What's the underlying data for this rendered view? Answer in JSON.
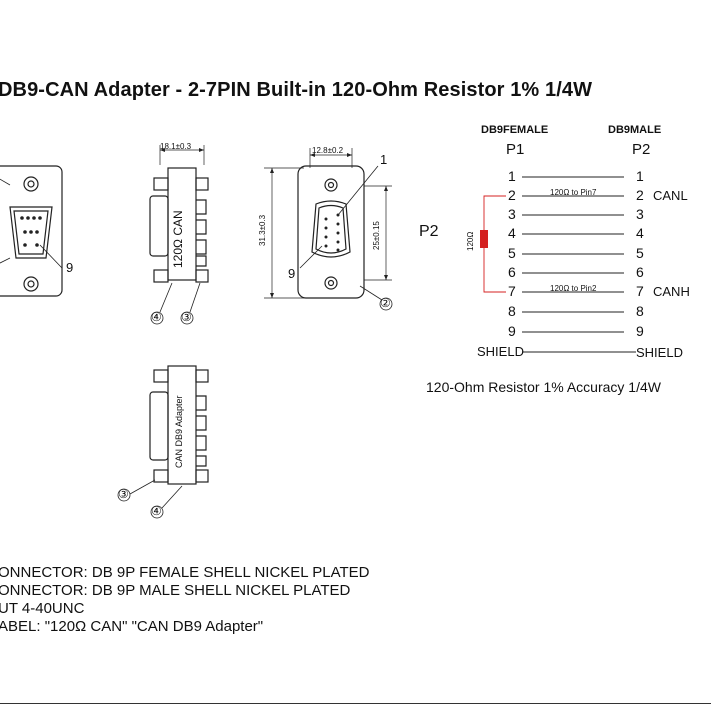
{
  "title": "DB9-CAN Adapter - 2-7PIN Built-in 120-Ohm Resistor 1% 1/4W",
  "dimensions": {
    "width_top": "18.1±0.3",
    "width_front": "12.8±0.2",
    "height_total": "31.3±0.3",
    "height_inner": "25±0.15"
  },
  "callouts": {
    "pin1": "1",
    "pin9": "9",
    "c2": "②",
    "c3": "③",
    "c4": "④"
  },
  "body_labels": {
    "side_top": "120Ω CAN",
    "side_bottom": "CAN DB9 Adapter"
  },
  "pinout": {
    "left_header": "DB9FEMALE",
    "right_header": "DB9MALE",
    "p1": "P1",
    "p2": "P2",
    "p2_side": "P2",
    "resistor_label": "120Ω",
    "resistor_color": "#d42020",
    "rows": [
      {
        "left": "1",
        "right": "1",
        "signal": "",
        "note": ""
      },
      {
        "left": "2",
        "right": "2",
        "signal": "CANL",
        "note": "120Ω to Pin7"
      },
      {
        "left": "3",
        "right": "3",
        "signal": "",
        "note": ""
      },
      {
        "left": "4",
        "right": "4",
        "signal": "",
        "note": ""
      },
      {
        "left": "5",
        "right": "5",
        "signal": "",
        "note": ""
      },
      {
        "left": "6",
        "right": "6",
        "signal": "",
        "note": ""
      },
      {
        "left": "7",
        "right": "7",
        "signal": "CANH",
        "note": "120Ω to Pin2"
      },
      {
        "left": "8",
        "right": "8",
        "signal": "",
        "note": ""
      },
      {
        "left": "9",
        "right": "9",
        "signal": "",
        "note": ""
      }
    ],
    "shield_left": "SHIELD",
    "shield_right": "SHIELD",
    "accuracy": "120-Ohm Resistor 1% Accuracy  1/4W"
  },
  "notes": [
    "ONNECTOR: DB 9P FEMALE SHELL NICKEL PLATED",
    "ONNECTOR: DB 9P MALE SHELL NICKEL PLATED",
    "UT 4-40UNC",
    "ABEL:  \"120Ω  CAN\"      \"CAN DB9 Adapter\""
  ]
}
